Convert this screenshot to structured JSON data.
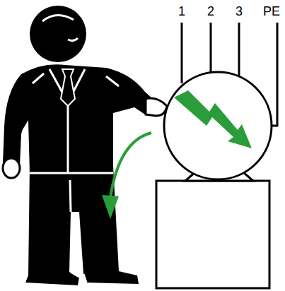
{
  "diagram": {
    "labels": [
      "1",
      "2",
      "3",
      "PE"
    ]
  }
}
